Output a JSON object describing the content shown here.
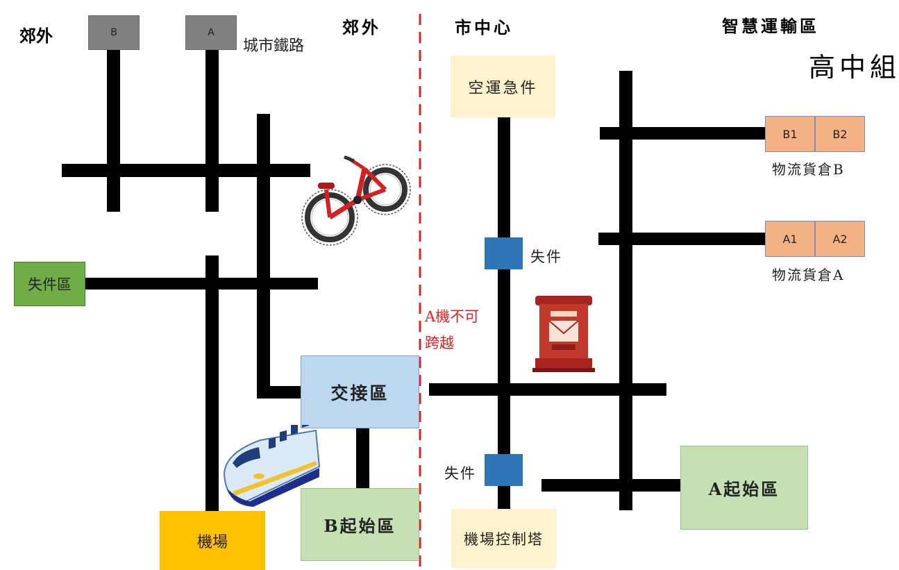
{
  "zones": {
    "suburb_left": "郊外",
    "suburb_mid": "郊外",
    "city_center": "市中心",
    "smart_transport": "智慧運輸區",
    "group": "高中組"
  },
  "stations": {
    "b": "B",
    "a": "A",
    "rail_label": "城市鐵路"
  },
  "boxes": {
    "lost_area": "失件區",
    "handover": "交接區",
    "airport": "機場",
    "b_start": "B起始區",
    "air_urgent": "空運急件",
    "tower": "機場控制塔",
    "a_start": "A起始區"
  },
  "warehouses": {
    "b1": "B1",
    "b2": "B2",
    "b_label": "物流貨倉B",
    "a1": "A1",
    "a2": "A2",
    "a_label": "物流貨倉A"
  },
  "markers": {
    "lost1": "失件",
    "lost2": "失件"
  },
  "warning": {
    "line1": "A機不可",
    "line2": "跨越"
  },
  "colors": {
    "gray": "#808080",
    "green": "#70AD47",
    "light_blue": "#BDD7EE",
    "orange": "#FFC000",
    "light_green": "#C5E0B4",
    "cream": "#FFF2CC",
    "salmon": "#F4B183",
    "blue": "#2E75B6",
    "red": "#E02020"
  },
  "icons": [
    "bicycle-icon",
    "train-icon",
    "mailbox-icon"
  ]
}
